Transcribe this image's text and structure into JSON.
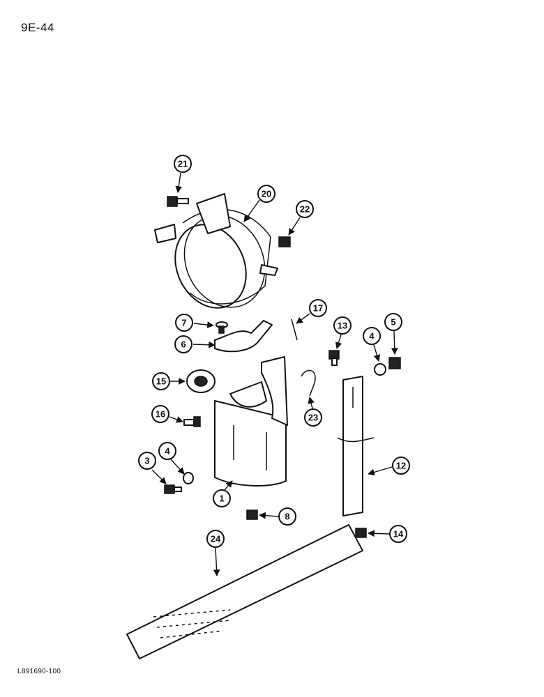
{
  "header": {
    "page_code": "9E-44"
  },
  "footer": {
    "figure_id": "L891690-100"
  },
  "callouts": [
    "21",
    "20",
    "22",
    "7",
    "17",
    "13",
    "4",
    "5",
    "6",
    "15",
    "23",
    "16",
    "12",
    "4",
    "3",
    "1",
    "8",
    "14",
    "24"
  ]
}
